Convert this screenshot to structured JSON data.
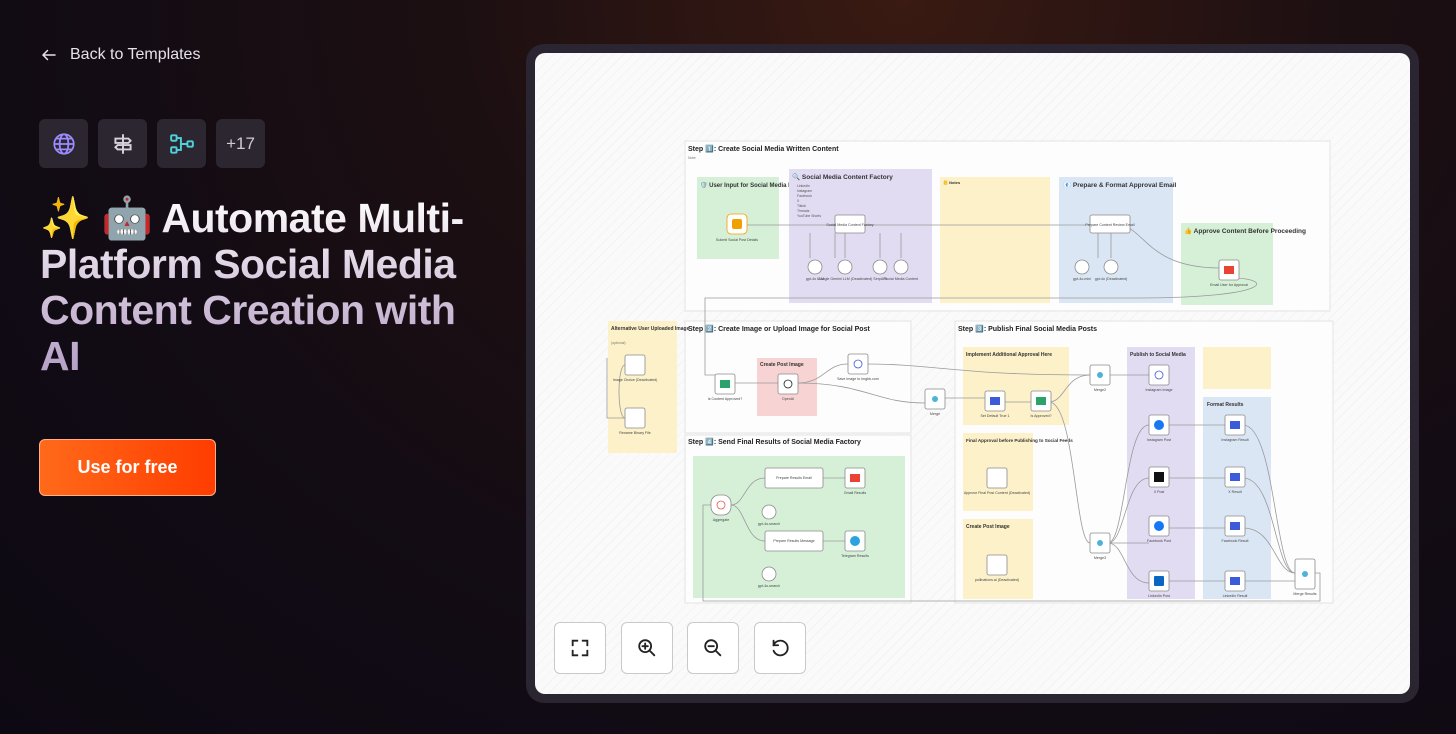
{
  "nav": {
    "back_label": "Back to Templates"
  },
  "integrations": {
    "more_count": "+17"
  },
  "hero": {
    "title_emoji": "✨ 🤖",
    "title_text": "Automate Multi-Platform Social Media Content Creation with AI"
  },
  "cta": {
    "label": "Use for free"
  },
  "workflow": {
    "step1_title": "Step 1️⃣: Create Social Media Written Content",
    "step1_note": "Note:",
    "step2_title": "Step 2️⃣: Create Image or Upload Image for Social Post",
    "step3_title": "Step 3️⃣: Publish Final Social Media Posts",
    "step4_title": "Step 4️⃣: Send Final Results of Social Media Factory",
    "user_input_title": "🛡️ User Input for Social Media Posts",
    "factory_title": "🔍 Social Media Content Factory",
    "factory_platforms": [
      "LinkedIn",
      "Instagram",
      "Facebook",
      "X",
      "Tiktok",
      "Threads",
      "YouTube Shorts"
    ],
    "notes_title": "📒 Notes",
    "prepare_email_title": "📧 Prepare & Format Approval Email",
    "approve_title": "👍 Approve Content Before Proceeding",
    "alt_upload_title": "Alternative User Uploaded Image",
    "alt_upload_sub": "(optional)",
    "create_post_image": "Create Post Image",
    "implement_approval": "Implement Additional Approval Here",
    "publish_social": "Publish to Social Media",
    "format_results": "Format Results",
    "final_approval": "Final Approval before Publishing to Social Feeds",
    "create_post_image2": "Create Post Image",
    "nodes": {
      "submit": "Submit Social Post Details",
      "factory_agent": "Social Media Content Factory",
      "gpt4o": "gpt-4o LLM",
      "gemini": "Google Gemini LLM (Deactivated)",
      "serpapi": "SerpAPI",
      "social_content": "Social Media Content",
      "prepare_content": "Prepare Content Review Email",
      "gpt_mini": "gpt-4o-mini",
      "gpt_deact": "gpt-4o (Deactivated)",
      "email_approval": "Email User for Approval",
      "image_choice": "Image Choice (Deactivated)",
      "binary_file": "Rename Binary File",
      "content_approved": "Is Content Approved?",
      "openai": "OpenAI",
      "save_image": "Save Image to imgbb.com",
      "merge": "Merge",
      "set_default": "Set Default True 1",
      "is_approved": "Is Approved?",
      "merge2": "Merge2",
      "merge3": "Merge3",
      "instagram_image": "Instagram Image",
      "instagram_post": "Instagram Post",
      "x_post": "X Post",
      "facebook_post": "Facebook Post",
      "linkedin_post": "LinkedIn Post",
      "instagram_result": "Instagram Result",
      "x_result": "X Result",
      "facebook_result": "Facebook Result",
      "linkedin_result": "LinkedIn Result",
      "merge_results": "Merge Results",
      "approve_final": "Approve Final Post Content (Deactivated)",
      "pollinations": "pollinations.ai (Deactivated)",
      "aggregate": "Aggregate",
      "prep_email": "Prepare Results Email",
      "prep_message": "Prepare Results Message",
      "gmail_results": "Gmail Results",
      "telegram_results": "Telegram Results",
      "gpt_search": "gpt-4o-search",
      "gpt_search2": "gpt-4o-search"
    }
  },
  "controls": {
    "fit": "fit-view",
    "zoom_in": "zoom-in",
    "zoom_out": "zoom-out",
    "reset": "reset-view"
  },
  "colors": {
    "cta_start": "#ff6a1a",
    "cta_end": "#ff3d00",
    "green_sticky": "#d6f0d8",
    "purple_sticky": "#e2dcf3",
    "yellow_sticky": "#fcf1c9",
    "blue_sticky": "#dbe6f5",
    "pink_sticky": "#f8d3d3"
  }
}
